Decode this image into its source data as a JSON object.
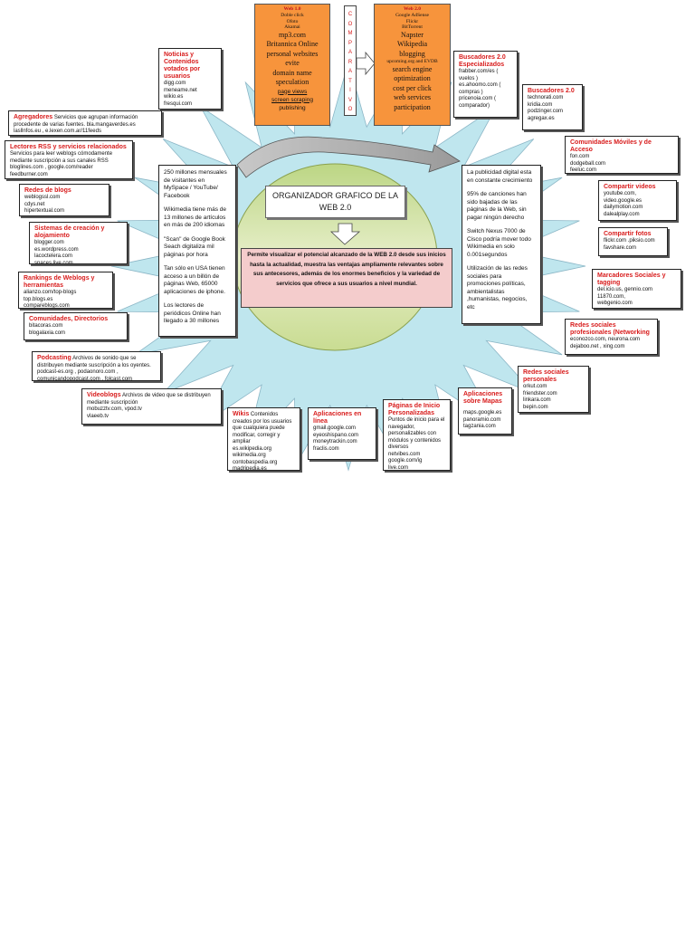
{
  "web1": {
    "header": "Web 1.0",
    "small": [
      "Doble click",
      "Ofoto",
      "Akamai"
    ],
    "big": [
      "mp3.com",
      "Britannica Online",
      "personal websites",
      "evite",
      "domain name",
      "speculation"
    ],
    "underlined": [
      "page views",
      "screen scraping"
    ],
    "last": "publishing"
  },
  "comparativo": [
    "C",
    "O",
    "M",
    "P",
    "A",
    "R",
    "A",
    "T",
    "I",
    "V",
    "O"
  ],
  "web2": {
    "header": "Web 2.0",
    "small": [
      "Google AdSense",
      "Flickr",
      "BitTorrent"
    ],
    "big1": [
      "Napster",
      "Wikipedia",
      "blogging"
    ],
    "small2": "upcoming.org and EVDB",
    "big2": [
      "search engine",
      "optimization",
      "cost per click",
      "web services",
      "participation"
    ]
  },
  "center": {
    "title": "ORGANIZADOR GRAFICO DE LA WEB 2.0",
    "description": "Permite visualizar el potencial alcanzado de la WEB 2.0 desde sus inicios hasta la actualidad, muestra las ventajas ampliamente relevantes sobre sus antecesores, además de los enormes beneficios y la variedad de servicios que ofrece a sus usuarios a nivel mundial."
  },
  "left_facts": [
    "250 millones mensuales de visitantes en MySpace / YouTube/ Facebook",
    "Wikimedia tiene más de 13 millones de artículos en más de 200 idiomas",
    "\"Scan\" de Google Book Seach digitaliza mil páginas por hora",
    "Tan sólo en USA tienen acceso a un billón de páginas Web, 65000 aplicaciones de iphone.",
    "Los lectores de periódicos Online han llegado a 30 millones"
  ],
  "right_facts": [
    "La publicidad digital esta en constante crecimiento",
    "95% de canciones han sido bajadas de las páginas de la Web, sin pagar ningún derecho",
    "Switch Nexus 7000 de Cisco podría mover todo Wikimedia en solo 0.001segundos",
    "Utilización de las redes sociales para promociones políticas, ambientalistas ,humanistas, negocios, etc"
  ],
  "boxes": {
    "noticias": {
      "title": "Noticias y Contenidos votados por usuarios",
      "items": "digg.com\nmeneame.net\nwikio.es\nfresqui.com"
    },
    "agregadores": {
      "title": "Agregadores",
      "inline": " Servicios que agrupan información procedente de varias fuentes. bla.mangaverdes.es",
      "items": "lasllnfos.eu , e.lexen.com.ar/11feeds"
    },
    "lectores": {
      "title": "Lectores RSS y servicios relacionados",
      "items": "Servicios para leer weblogs cómodamente\nmediante suscripción a sus canales RSS\nbloglines.com , google.com/reader\nfeedburner.com"
    },
    "redesblogs": {
      "title": "Redes de blogs",
      "items": "weblogssl.com\ncdys.net\nhipertextual.com"
    },
    "sistemas": {
      "title": "Sistemas de creación y alojamiento",
      "items": "blogger.com\nes.wordpress.com\nlacoctelera.com\nspaces.live.com"
    },
    "rankings": {
      "title": "Rankings de Weblogs y herramientas",
      "items": "alianzo.com/top-blogs\ntop.blogs.es\ncompareblogs.com"
    },
    "comunidades": {
      "title": "Comunidades, Directorios",
      "items": "bitacoras.com\nblogalaxia.com"
    },
    "podcasting": {
      "title": "Podcasting",
      "inline": " Archivos de sonido que se distribuyen mediante suscripción a los oyentes.",
      "items": "podcast-es.org , podaonoro.com ,\ncomunicandopodcast.com , folcast.com"
    },
    "videoblogs": {
      "title": "Videoblogs",
      "inline": " Archivos de video que se distribuyen mediante suscripción",
      "items": "mobuzztv.com, vpod.tv\nvlaeeb.tv"
    },
    "wikis": {
      "title": "Wikis",
      "inline": " Contenidos creados por los usuarios que cualquiera puede modificar, corregir y ampliar",
      "items": "es.wikipedia.org\nwikimedia.org\ncontobaspedia.org\nmadripedia.es"
    },
    "aplicaciones": {
      "title": "Aplicaciones en línea",
      "items": "gmail.google.com\neyeoshispano.com\nmoneytrackin.com\nfraclis.com"
    },
    "paginas": {
      "title": "Páginas de Inicio Personalizadas",
      "items": "Puntos de inicio para el\nnavegador,\npersonalizables con\nmódulos y contenidos\ndiversos\nnetvibes.com\ngoogle.com/ig\nlive.com"
    },
    "mapas": {
      "title": "Aplicaciones sobre Mapas",
      "items": "maps.google.es\npanoramio.com\ntagzania.com"
    },
    "redesprof": {
      "title": "Redes sociales personales",
      "items": "orkut.com\nfriendster.com\nlinkara.com\nbepin.com"
    },
    "networking": {
      "title": "Redes sociales profesionales (Networking",
      "items": "econozco.com, neurona.com\ndejaboo.net , xing.com"
    },
    "marcadores": {
      "title": "Marcadores Sociales y tagging",
      "items": "del.icio.us, gennio.com\n11870.com,\nwebgenio.com"
    },
    "fotos": {
      "title": "Compartir fotos",
      "items": "flickr.com .piksio.com\nfavshare.com"
    },
    "videos": {
      "title": "Compartir videos",
      "items": "youtube.com,\nvideo.google.es\ndailymotion.com\ndalealplay.com"
    },
    "moviles": {
      "title": "Comunidades Móviles y de Acceso",
      "items": "fon.com\ndodgeball.com\nfeeluc.com"
    },
    "buscadores": {
      "title": "Buscadores 2.0",
      "items": "technorati.com\nkridia.com\npodzinger.com\nagregax.es"
    },
    "especializados": {
      "title": "Buscadores 2.0 Especializados",
      "items": "frabber.com/es (\nvuelos )\nes.ahoomo.com (\ncompras )\npricenoia.com (\ncomparador)"
    }
  },
  "colors": {
    "accent_red": "#d81c1c",
    "orange": "#f7943c",
    "sun": "#bfe6ee",
    "green_top": "#c6d98a",
    "pink_box": "#f4cccc"
  }
}
